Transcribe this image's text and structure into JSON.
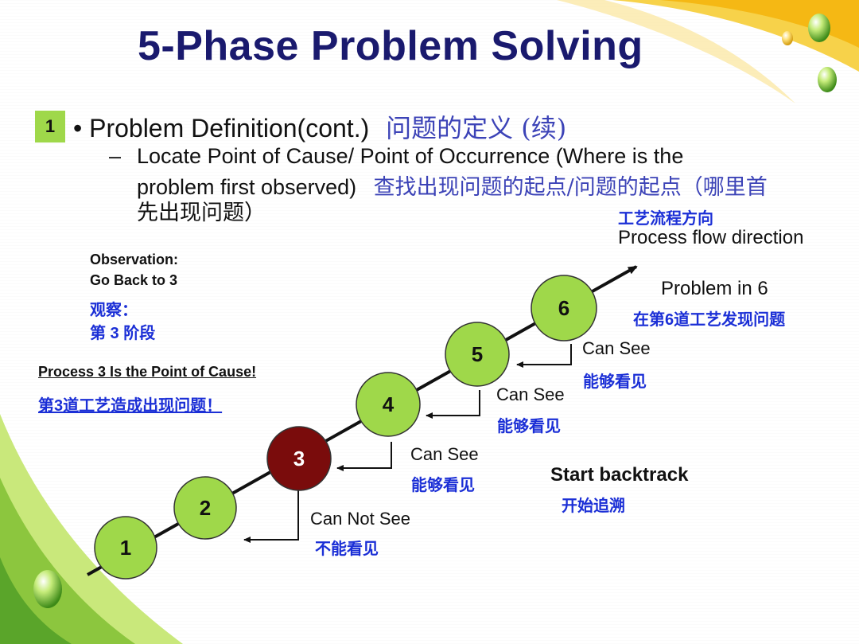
{
  "slide": {
    "title": "5-Phase  Problem Solving",
    "badge": "1",
    "bullet_text": "• Problem Definition(cont.)",
    "bullet_cn": "问题的定义 (续)",
    "sub_dash": "–",
    "sub_line1": "Locate Point of Cause/ Point of Occurrence (Where is the",
    "sub_line2_en": "problem first observed)",
    "sub_line2_cn": "查找出现问题的起点/问题的起点（哪里首",
    "sub_line3_cn": "先出现问题）"
  },
  "diagram": {
    "flow_cn": "工艺流程方向",
    "flow_en": "Process flow direction",
    "observation_en_1": "Observation:",
    "observation_en_2": "Go Back to 3",
    "observation_cn_1": "观察：",
    "observation_cn_2": "第 3 阶段",
    "cause_en": "Process 3 Is the Point of Cause!",
    "cause_cn": "第3道工艺造成出现问题！",
    "problem_en": "Problem in 6",
    "problem_cn": "在第6道工艺发现问题",
    "start_en": "Start backtrack",
    "start_cn": "开始追溯",
    "nodes": [
      {
        "label": "1",
        "color": "#9fd84a",
        "text_color": "#111111"
      },
      {
        "label": "2",
        "color": "#9fd84a",
        "text_color": "#111111"
      },
      {
        "label": "3",
        "color": "#7a0c0c",
        "text_color": "#ffffff"
      },
      {
        "label": "4",
        "color": "#9fd84a",
        "text_color": "#111111"
      },
      {
        "label": "5",
        "color": "#9fd84a",
        "text_color": "#111111"
      },
      {
        "label": "6",
        "color": "#9fd84a",
        "text_color": "#111111"
      }
    ],
    "arrows": [
      {
        "en": "Can Not See",
        "cn": "不能看见"
      },
      {
        "en": "Can See",
        "cn": "能够看见"
      },
      {
        "en": "Can See",
        "cn": "能够看见"
      },
      {
        "en": "Can See",
        "cn": "能够看见"
      }
    ]
  },
  "colors": {
    "title": "#1a1a6e",
    "accent_green": "#9fd84a",
    "cause_red": "#7a0c0c",
    "chinese_blue": "#1b2fd6",
    "corner_yellow": "#f5c21b"
  }
}
